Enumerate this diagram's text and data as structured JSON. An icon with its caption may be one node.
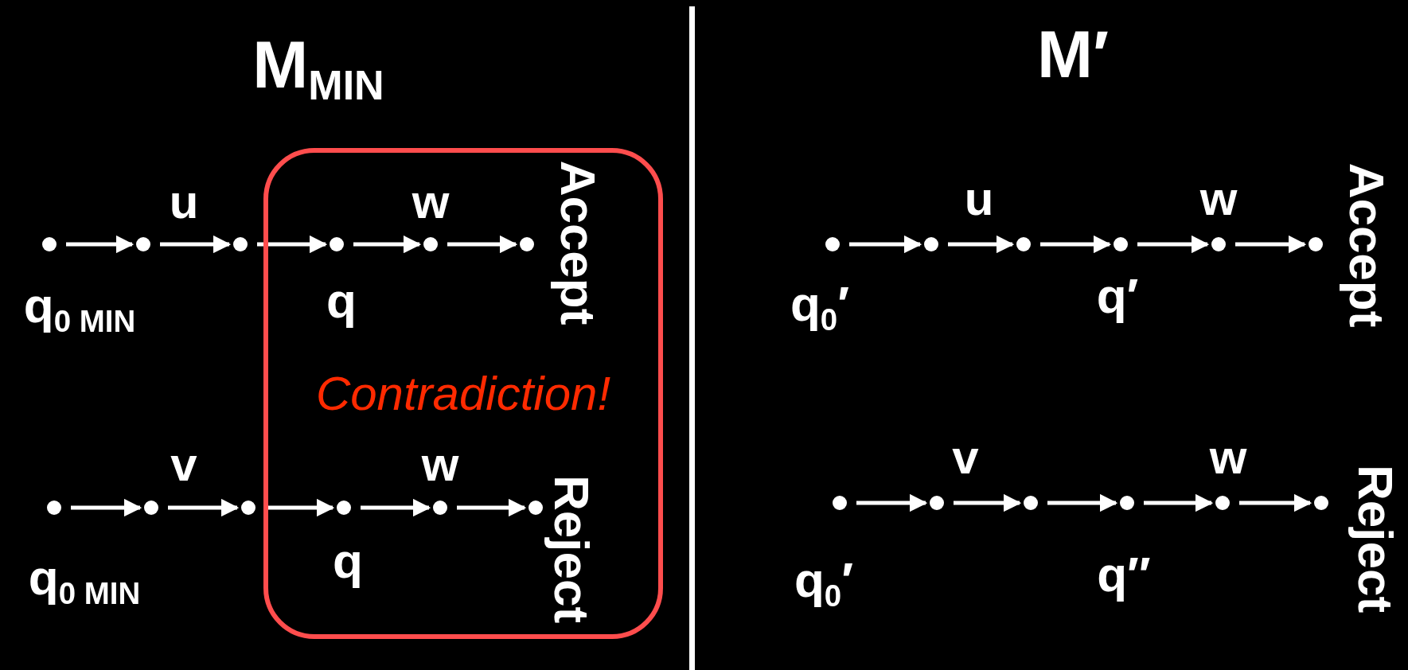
{
  "diagram": {
    "nodes": [
      {
        "text": [
          "Contradiction!"
        ]
      },
      {
        "text": [],
        "shape": "circle",
        "beside": [
          "q$_{0 MIN}$"
        ]
      },
      {
        "text": [],
        "shape": "circle"
      },
      {
        "text": [],
        "shape": "circle"
      },
      {
        "text": [],
        "shape": "circle",
        "in": 0,
        "beside": [
          "q"
        ]
      },
      {
        "text": [],
        "shape": "circle",
        "in": 0
      },
      {
        "text": [],
        "shape": "circle",
        "in": 0,
        "beside": [
          "Accept"
        ]
      },
      {
        "text": [],
        "shape": "circle",
        "beside": [
          "q$_{0 MIN}$"
        ]
      },
      {
        "text": [],
        "shape": "circle"
      },
      {
        "text": [],
        "shape": "circle"
      },
      {
        "text": [],
        "shape": "circle",
        "in": 0,
        "beside": [
          "q"
        ]
      },
      {
        "text": [],
        "shape": "circle",
        "in": 0
      },
      {
        "text": [],
        "shape": "circle",
        "in": 0,
        "beside": [
          "Reject"
        ]
      },
      {
        "text": [],
        "shape": "circle",
        "beside": [
          "q$_{0}$′"
        ]
      },
      {
        "text": [],
        "shape": "circle"
      },
      {
        "text": [],
        "shape": "circle"
      },
      {
        "text": [],
        "shape": "circle",
        "beside": [
          "q′"
        ]
      },
      {
        "text": [],
        "shape": "circle"
      },
      {
        "text": [],
        "shape": "circle",
        "beside": [
          "Accept"
        ]
      },
      {
        "text": [],
        "shape": "circle",
        "beside": [
          "q$_{0}$′"
        ]
      },
      {
        "text": [],
        "shape": "circle"
      },
      {
        "text": [],
        "shape": "circle"
      },
      {
        "text": [],
        "shape": "circle",
        "beside": [
          "q″"
        ]
      },
      {
        "text": [],
        "shape": "circle"
      },
      {
        "text": [],
        "shape": "circle",
        "beside": [
          "Reject"
        ]
      }
    ],
    "edges": [
      {
        "from": 1,
        "to": 2,
        "arrow": "to"
      },
      {
        "from": 2,
        "to": 3,
        "arrow": "to"
      },
      {
        "from": 3,
        "to": 4,
        "arrow": "to"
      },
      {
        "from": 4,
        "to": 5,
        "arrow": "to"
      },
      {
        "from": 5,
        "to": 6,
        "arrow": "to"
      },
      {
        "from": 7,
        "to": 8,
        "arrow": "to"
      },
      {
        "from": 8,
        "to": 9,
        "arrow": "to"
      },
      {
        "from": 9,
        "to": 10,
        "arrow": "to"
      },
      {
        "from": 10,
        "to": 11,
        "arrow": "to"
      },
      {
        "from": 11,
        "to": 12,
        "arrow": "to"
      },
      {
        "from": 13,
        "to": 14,
        "arrow": "to"
      },
      {
        "from": 14,
        "to": 15,
        "arrow": "to"
      },
      {
        "from": 15,
        "to": 16,
        "arrow": "to"
      },
      {
        "from": 16,
        "to": 17,
        "arrow": "to"
      },
      {
        "from": 17,
        "to": 18,
        "arrow": "to"
      },
      {
        "from": 19,
        "to": 20,
        "arrow": "to"
      },
      {
        "from": 20,
        "to": 21,
        "arrow": "to"
      },
      {
        "from": 21,
        "to": 22,
        "arrow": "to"
      },
      {
        "from": 22,
        "to": 23,
        "arrow": "to"
      },
      {
        "from": 23,
        "to": 24,
        "arrow": "to"
      }
    ],
    "labels": [
      "M$_{MIN}$",
      "u",
      "w",
      "v",
      "w",
      "M′",
      "u",
      "w",
      "v",
      "w"
    ]
  }
}
